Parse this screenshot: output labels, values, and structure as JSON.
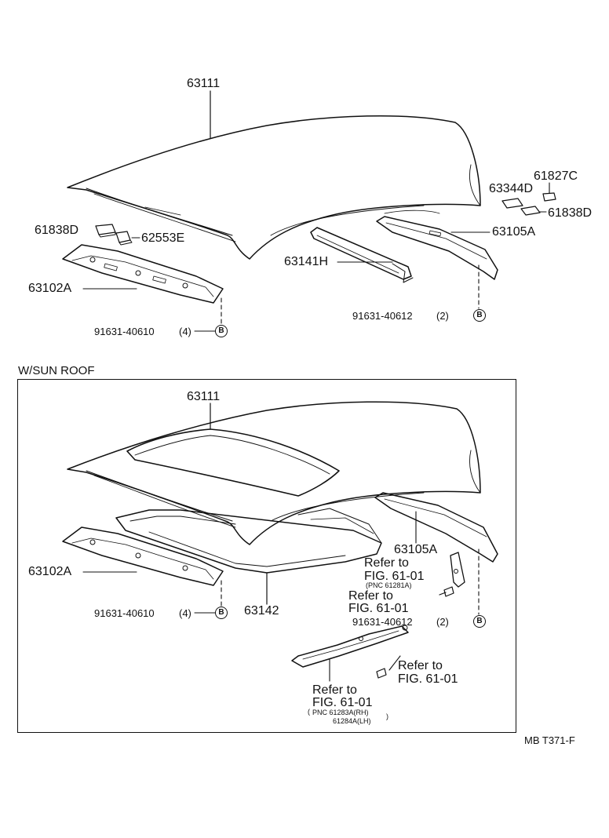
{
  "top": {
    "roof_panel": "63111",
    "pad_left_1": "61838D",
    "pad_left_2": "62553E",
    "reinforcement_front": "63102A",
    "clip_front": "91631-40610",
    "clip_front_qty": "(4)",
    "pad_right_1": "61827C",
    "pad_right_2": "63344D",
    "pad_right_3": "61838D",
    "rail_rear": "63105A",
    "reinforcement_mid": "63141H",
    "clip_rear": "91631-40612",
    "clip_rear_qty": "(2)",
    "marker": "B"
  },
  "sunroof": {
    "section_title": "W/SUN ROOF",
    "roof_panel": "63111",
    "rail_rear": "63105A",
    "reinforcement_front": "63102A",
    "clip_front": "91631-40610",
    "clip_front_qty": "(4)",
    "housing": "63142",
    "refer_1_text": "Refer to",
    "refer_1_fig": "FIG. 61-01",
    "refer_1_pnc": "(PNC 61281A)",
    "refer_2_text": "Refer to",
    "refer_2_fig": "FIG. 61-01",
    "clip_rear": "91631-40612",
    "clip_rear_qty": "(2)",
    "refer_3_text": "Refer to",
    "refer_3_fig": "FIG. 61-01",
    "refer_4_text": "Refer to",
    "refer_4_fig": "FIG. 61-01",
    "refer_4_pnc_rh": "PNC 61283A(RH)",
    "refer_4_pnc_lh": "61284A(LH)",
    "marker": "B"
  },
  "footer": {
    "code": "MB T371-F"
  }
}
